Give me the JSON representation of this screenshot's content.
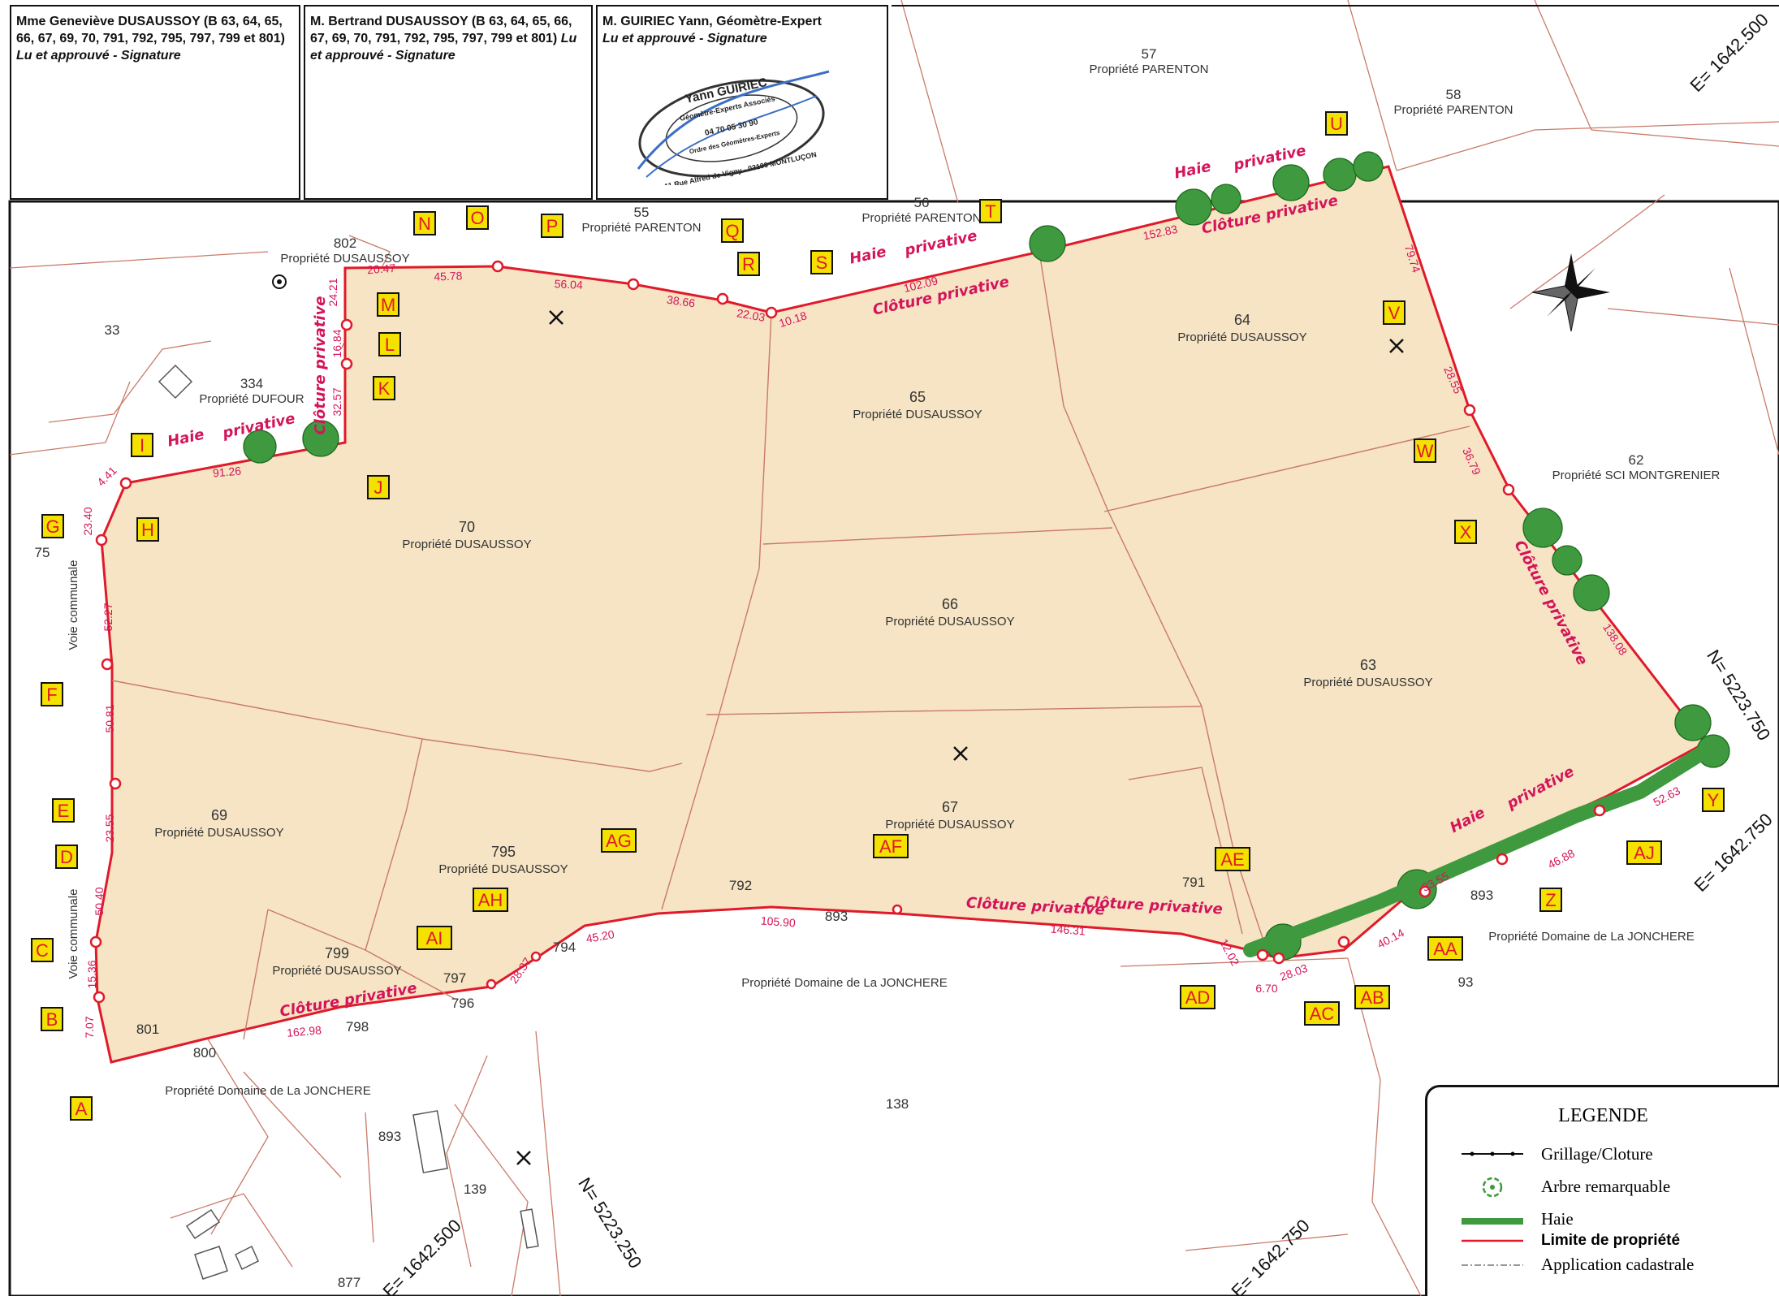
{
  "headers": {
    "box1": {
      "text": "Mme Geneviève DUSAUSSOY (B 63, 64, 65, 66, 67, 69, 70, 791, 792, 795, 797, 799 et 801)",
      "sign": "Lu et approuvé - Signature"
    },
    "box2": {
      "text": "M. Bertrand DUSAUSSOY (B 63, 64, 65, 66, 67, 69, 70, 791, 792, 795, 797, 799 et 801)",
      "sign": "Lu et approuvé - Signature"
    },
    "box3": {
      "text": "M. GUIRIEC Yann, Géomètre-Expert",
      "sign": "Lu et approuvé - Signature"
    }
  },
  "stamp": {
    "name": "Yann GUIRIEC",
    "l1": "Géomètre-Experts Associés",
    "l2": "04 70 05 30 90",
    "l3": "Ordre des Géomètres-Experts",
    "l4": "11 Rue Alfred de Vigny - 03100 MONTLUÇON"
  },
  "parcels": [
    {
      "num": "70",
      "owner": "Propriété DUSAUSSOY"
    },
    {
      "num": "65",
      "owner": "Propriété DUSAUSSOY"
    },
    {
      "num": "64",
      "owner": "Propriété DUSAUSSOY"
    },
    {
      "num": "66",
      "owner": "Propriété DUSAUSSOY"
    },
    {
      "num": "63",
      "owner": "Propriété DUSAUSSOY"
    },
    {
      "num": "67",
      "owner": "Propriété DUSAUSSOY"
    },
    {
      "num": "69",
      "owner": "Propriété DUSAUSSOY"
    },
    {
      "num": "795",
      "owner": "Propriété DUSAUSSOY"
    },
    {
      "num": "799",
      "owner": "Propriété DUSAUSSOY"
    }
  ],
  "neighbors": [
    {
      "num": "57",
      "owner": "Propriété PARENTON"
    },
    {
      "num": "58",
      "owner": "Propriété PARENTON"
    },
    {
      "num": "56",
      "owner": "Propriété PARENTON"
    },
    {
      "num": "55",
      "owner": "Propriété PARENTON"
    },
    {
      "num": "802",
      "owner": "Propriété DUSAUSSOY"
    },
    {
      "num": "334",
      "owner": "Propriété DUFOUR"
    },
    {
      "num": "62",
      "owner": "Propriété SCI MONTGRENIER"
    },
    {
      "num": "",
      "owner": "Propriété Domaine de La JONCHERE"
    },
    {
      "num": "",
      "owner": "Propriété Domaine de La JONCHERE"
    },
    {
      "num": "",
      "owner": "Propriété Domaine de La JONCHERE"
    }
  ],
  "numbers": [
    "33",
    "75",
    "801",
    "800",
    "798",
    "796",
    "797",
    "794",
    "792",
    "893",
    "791",
    "893",
    "893",
    "93",
    "138",
    "139",
    "877"
  ],
  "road": [
    "Voie communale",
    "Voie communale"
  ],
  "points": [
    "A",
    "B",
    "C",
    "D",
    "E",
    "F",
    "G",
    "H",
    "I",
    "J",
    "K",
    "L",
    "M",
    "N",
    "O",
    "P",
    "Q",
    "R",
    "S",
    "T",
    "U",
    "V",
    "W",
    "X",
    "Y",
    "Z",
    "AA",
    "AB",
    "AC",
    "AD",
    "AE",
    "AF",
    "AG",
    "AH",
    "AI",
    "AJ"
  ],
  "distances": [
    "20.47",
    "45.78",
    "56.04",
    "38.66",
    "22.03",
    "10.18",
    "102.09",
    "152.83",
    "79.74",
    "28.55",
    "36.79",
    "138.08",
    "52.63",
    "46.88",
    "33.55",
    "40.14",
    "28.03",
    "6.70",
    "12.02",
    "146.31",
    "105.90",
    "45.20",
    "28.37",
    "162.98",
    "7.07",
    "15.36",
    "50.40",
    "23.55",
    "50.81",
    "52.27",
    "23.40",
    "4.41",
    "91.26",
    "32.57",
    "16.84",
    "24.21"
  ],
  "fence": [
    "Haie",
    "privative",
    "Clôture privative",
    "Haie",
    "privative",
    "Clôture privative",
    "Haie",
    "privative",
    "Clôture privative",
    "Clôture privative",
    "Haie",
    "privative",
    "Clôture privative",
    "Clôture privative",
    "Clôture privative",
    "Clôture privative"
  ],
  "coords": [
    "E= 1642.500",
    "E= 1642.750",
    "N= 5223.750",
    "N= 5223.250",
    "E= 1642.500",
    "E= 1642.750"
  ],
  "legend": {
    "title": "LEGENDE",
    "items": [
      "Grillage/Cloture",
      "Arbre remarquable",
      "Haie",
      "Limite de propriété",
      "Application cadastrale"
    ]
  },
  "colors": {
    "parcel": "#f6e4c4",
    "boundary": "#e01a2a",
    "label": "#f4e100",
    "hedge": "#3f9a3f",
    "fence_text": "#d4145a"
  }
}
